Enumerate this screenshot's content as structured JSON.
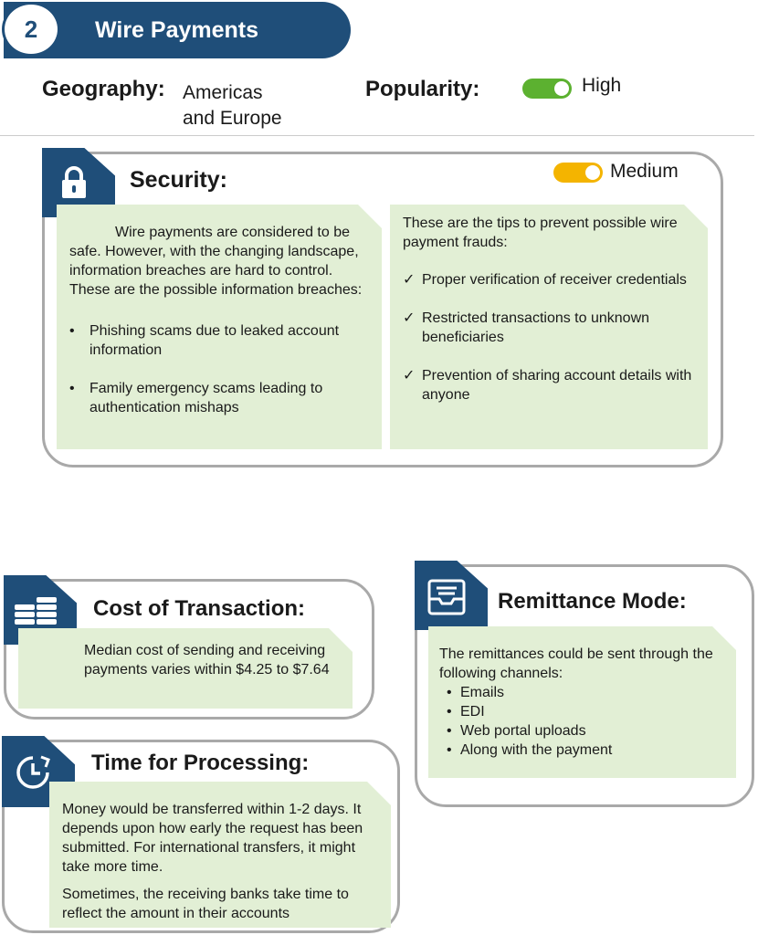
{
  "header": {
    "number": "2",
    "title": "Wire Payments"
  },
  "geography": {
    "label": "Geography:",
    "value_line1": "Americas",
    "value_line2": "and Europe"
  },
  "popularity": {
    "label": "Popularity:",
    "value": "High",
    "color": "#5cb130"
  },
  "security": {
    "title": "Security:",
    "level": "Medium",
    "level_color": "#f4b400",
    "left_intro": "Wire payments are considered to be safe. However, with the changing landscape, information breaches are hard to control. These are the possible information breaches:",
    "breaches": [
      "Phishing scams due to leaked account information",
      "Family emergency scams leading to authentication mishaps"
    ],
    "right_intro": "These are the tips to prevent possible wire payment frauds:",
    "tips": [
      "Proper verification of receiver credentials",
      "Restricted transactions to unknown beneficiaries",
      "Prevention of sharing account details with anyone"
    ]
  },
  "cost": {
    "title": "Cost of Transaction:",
    "text": "Median cost of sending and receiving payments varies within $4.25 to $7.64"
  },
  "remittance": {
    "title": "Remittance Mode:",
    "intro": "The remittances could be sent through the following channels:",
    "channels": [
      "Emails",
      "EDI",
      "Web portal uploads",
      "Along with the payment"
    ]
  },
  "processing": {
    "title": "Time for Processing:",
    "para1": "Money would be transferred within 1-2 days. It depends upon how early the request has been submitted. For international transfers, it might take more time.",
    "para2": "Sometimes, the receiving banks take time to reflect the amount in their accounts"
  },
  "colors": {
    "navy": "#1f4e79",
    "note_green": "#e2efd5",
    "border_gray": "#a9a9a9"
  },
  "icons": [
    "lock-icon",
    "coins-icon",
    "inbox-icon",
    "clock-icon"
  ]
}
